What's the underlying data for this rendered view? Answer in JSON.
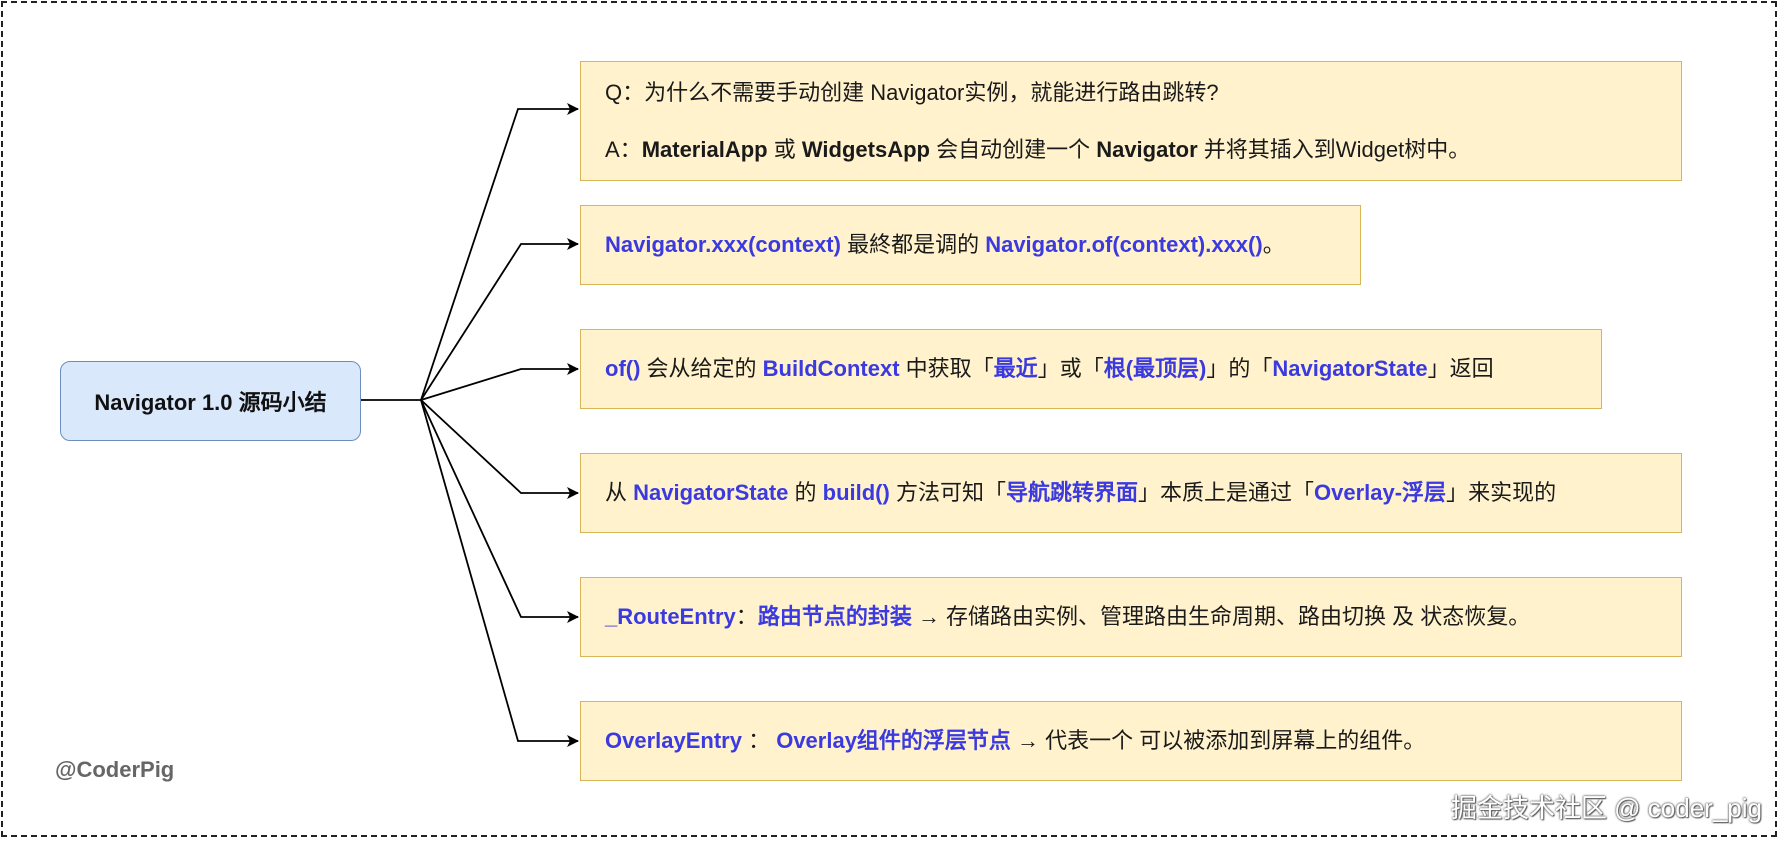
{
  "root": {
    "label": "Navigator 1.0 源码小结"
  },
  "boxes": [
    {
      "lines": [
        [
          {
            "t": "Q：为什么不需要手动创建 Navigator实例，就能进行路由跳转?",
            "s": "n"
          }
        ],
        [
          {
            "t": "A：",
            "s": "n"
          },
          {
            "t": "MaterialApp",
            "s": "b"
          },
          {
            "t": " 或 ",
            "s": "n"
          },
          {
            "t": "WidgetsApp",
            "s": "b"
          },
          {
            "t": " 会自动创建一个 ",
            "s": "n"
          },
          {
            "t": "Navigator",
            "s": "b"
          },
          {
            "t": " 并将其插入到Widget树中。",
            "s": "n"
          }
        ]
      ]
    },
    {
      "lines": [
        [
          {
            "t": "Navigator.xxx(context)",
            "s": "hl"
          },
          {
            "t": " 最終都是调的 ",
            "s": "n"
          },
          {
            "t": "Navigator.of(context).xxx()",
            "s": "hl"
          },
          {
            "t": "。",
            "s": "n"
          }
        ]
      ]
    },
    {
      "lines": [
        [
          {
            "t": "of()",
            "s": "hl"
          },
          {
            "t": " 会从给定的 ",
            "s": "n"
          },
          {
            "t": "BuildContext",
            "s": "hl"
          },
          {
            "t": " 中获取「",
            "s": "n"
          },
          {
            "t": "最近",
            "s": "hl"
          },
          {
            "t": "」或「",
            "s": "n"
          },
          {
            "t": "根(最顶层)",
            "s": "hl"
          },
          {
            "t": "」的「",
            "s": "n"
          },
          {
            "t": "NavigatorState",
            "s": "hl"
          },
          {
            "t": "」返回",
            "s": "n"
          }
        ]
      ]
    },
    {
      "lines": [
        [
          {
            "t": "从 ",
            "s": "n"
          },
          {
            "t": "NavigatorState",
            "s": "hl"
          },
          {
            "t": " 的 ",
            "s": "n"
          },
          {
            "t": "build()",
            "s": "hl"
          },
          {
            "t": " 方法可知「",
            "s": "n"
          },
          {
            "t": "导航跳转界面",
            "s": "hl"
          },
          {
            "t": "」本质上是通过「",
            "s": "n"
          },
          {
            "t": "Overlay-浮层",
            "s": "hl"
          },
          {
            "t": "」来实现的",
            "s": "n"
          }
        ]
      ]
    },
    {
      "lines": [
        [
          {
            "t": "_RouteEntry",
            "s": "hl"
          },
          {
            "t": "：",
            "s": "n"
          },
          {
            "t": "路由节点的封装",
            "s": "hl"
          },
          {
            "t": " → 存储路由实例、管理路由生命周期、路由切换 及 状态恢复。",
            "s": "n"
          }
        ]
      ]
    },
    {
      "lines": [
        [
          {
            "t": "OverlayEntry",
            "s": "hl"
          },
          {
            "t": " ： ",
            "s": "n"
          },
          {
            "t": "Overlay组件的浮层节点",
            "s": "hl"
          },
          {
            "t": " → 代表一个 可以被添加到屏幕上的组件。",
            "s": "n"
          }
        ]
      ]
    }
  ],
  "watermark": {
    "author": "@CoderPig",
    "site": "掘金技术社区 @ coder_pig"
  },
  "colors": {
    "highlight": "#3a3ae0",
    "root_fill": "#dae8fc",
    "root_border": "#6c8ebf",
    "box_fill": "#fff2cc",
    "box_border": "#d6b656"
  }
}
